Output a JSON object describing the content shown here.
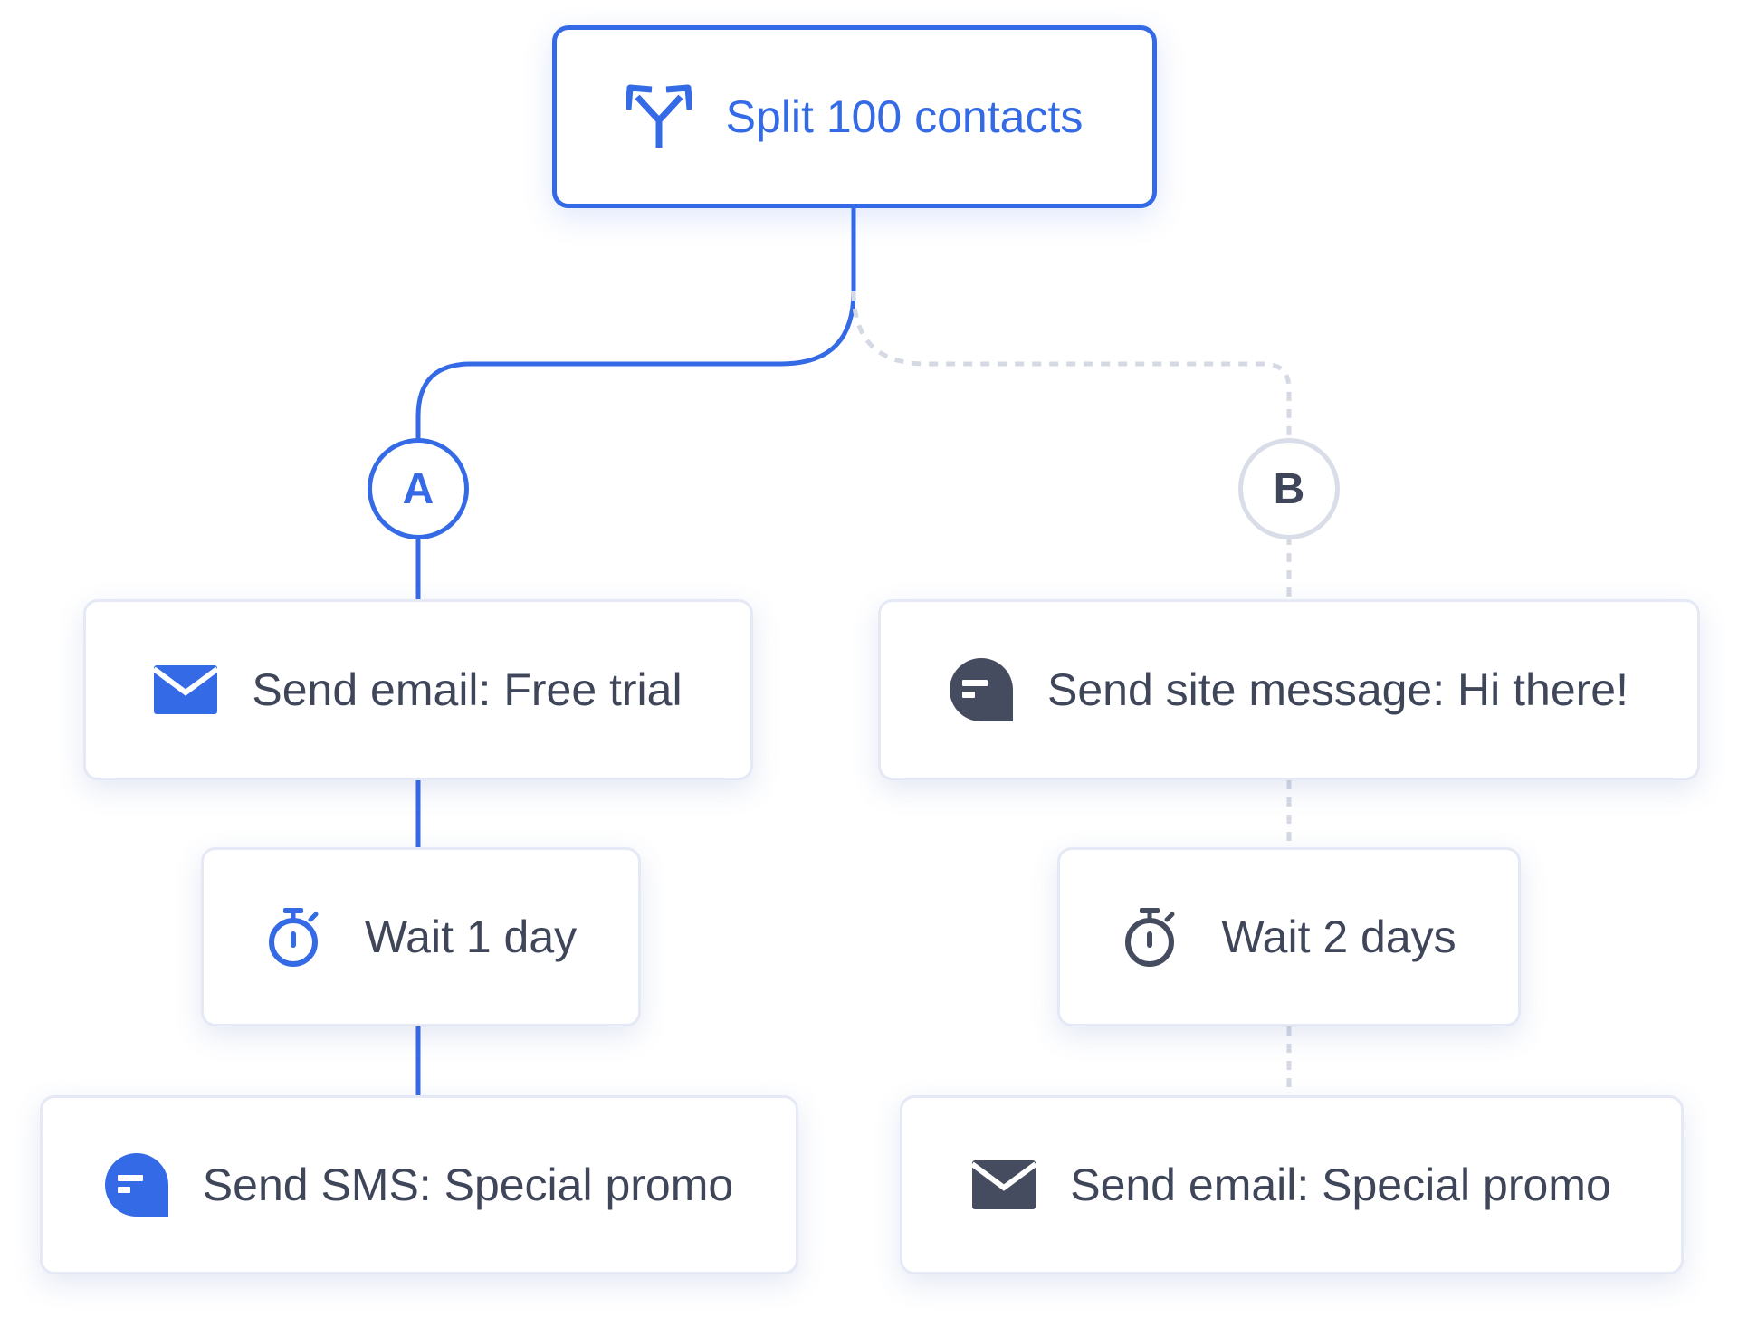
{
  "split": {
    "label": "Split 100 contacts",
    "icon": "split-arrows-icon"
  },
  "branches": [
    {
      "badge": "A",
      "active": true,
      "steps": [
        {
          "label": "Send email: Free trial",
          "icon": "envelope-icon"
        },
        {
          "label": "Wait 1 day",
          "icon": "stopwatch-icon"
        },
        {
          "label": "Send SMS: Special promo",
          "icon": "chat-bubble-icon"
        }
      ]
    },
    {
      "badge": "B",
      "active": false,
      "steps": [
        {
          "label": "Send site message: Hi there!",
          "icon": "chat-bubble-icon"
        },
        {
          "label": "Wait 2 days",
          "icon": "stopwatch-icon"
        },
        {
          "label": "Send email: Special promo",
          "icon": "envelope-icon"
        }
      ]
    }
  ],
  "colors": {
    "active": "#356ae6",
    "inactive_line": "#d4d9e4",
    "text": "#3f4659",
    "icon_inactive": "#464c5f"
  }
}
